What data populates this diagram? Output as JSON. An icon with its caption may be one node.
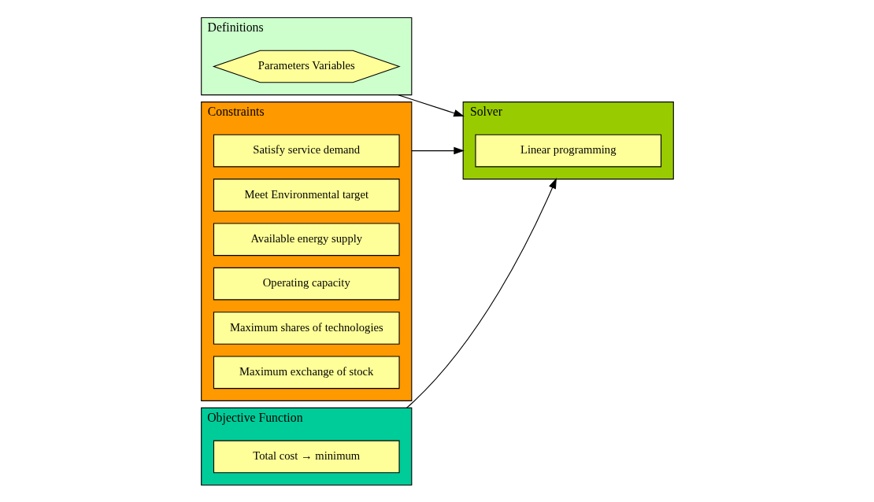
{
  "diagram": {
    "nodes": [
      {
        "text": [
          "Definitions"
        ]
      },
      {
        "text": [
          "Parameters Variables"
        ],
        "in": 0
      },
      {
        "text": [
          "Constraints"
        ]
      },
      {
        "text": [
          "Satisfy service demand"
        ],
        "in": 2
      },
      {
        "text": [
          "Meet Environmental target"
        ],
        "in": 2
      },
      {
        "text": [
          "Available energy supply"
        ],
        "in": 2
      },
      {
        "text": [
          "Operating capacity"
        ],
        "in": 2
      },
      {
        "text": [
          "Maximum shares of technologies"
        ],
        "in": 2
      },
      {
        "text": [
          "Maximum exchange of stock"
        ],
        "in": 2
      },
      {
        "text": [
          "Objective Function"
        ]
      },
      {
        "text": [
          "Total cost → minimum"
        ],
        "in": 9
      },
      {
        "text": [
          "Solver"
        ]
      },
      {
        "text": [
          "Linear programming"
        ],
        "in": 11
      }
    ],
    "edges": [
      {
        "from": 0,
        "to": 11,
        "arrow": "to"
      },
      {
        "from": 2,
        "to": 11,
        "arrow": "to"
      },
      {
        "from": 9,
        "to": 11,
        "arrow": "to"
      }
    ]
  }
}
